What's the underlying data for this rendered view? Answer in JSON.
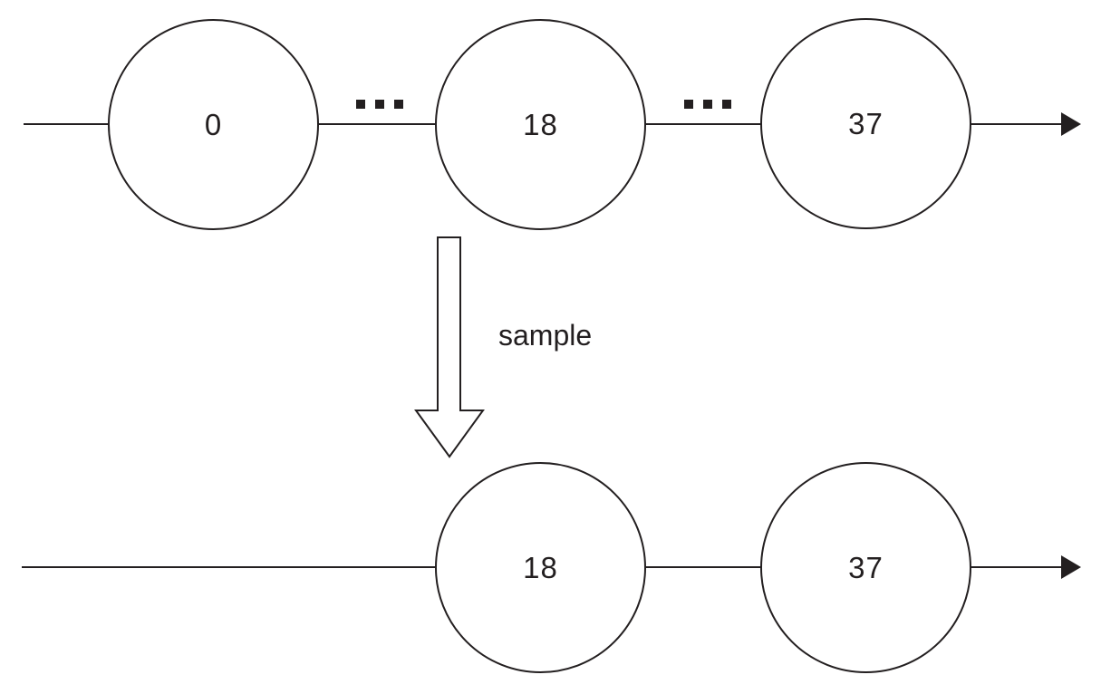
{
  "diagram": {
    "description": "state chain sampling diagram",
    "colors": {
      "stroke": "#231f20",
      "node_fill": "#ffffff",
      "background": "#ffffff"
    },
    "top_chain": {
      "nodes": [
        {
          "label": "0"
        },
        {
          "label": "18"
        },
        {
          "label": "37"
        }
      ],
      "separator": "..."
    },
    "transform_arrow": {
      "label": "sample",
      "icon": "hollow-down-arrow-icon"
    },
    "bottom_chain": {
      "nodes": [
        {
          "label": "18"
        },
        {
          "label": "37"
        }
      ]
    }
  }
}
